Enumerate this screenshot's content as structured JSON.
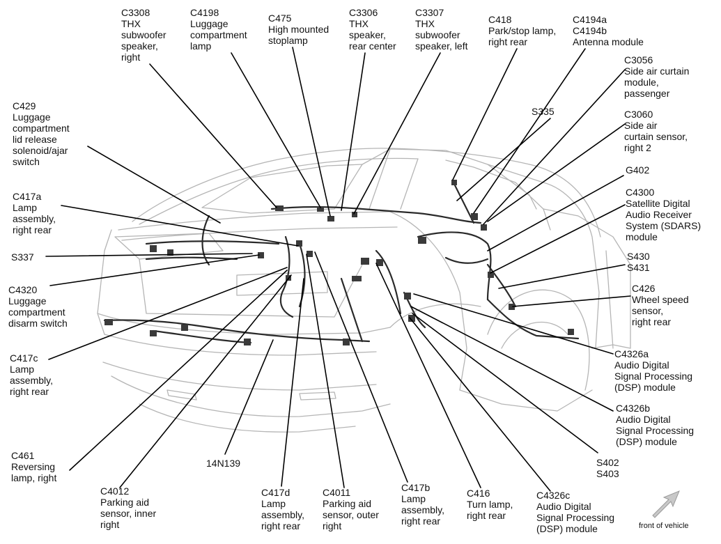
{
  "callouts": [
    {
      "id": "c3308",
      "lines": [
        "C3308",
        "THX",
        "subwoofer",
        "speaker,",
        "right"
      ]
    },
    {
      "id": "c4198",
      "lines": [
        "C4198",
        "Luggage",
        "compartment",
        "lamp"
      ]
    },
    {
      "id": "c475",
      "lines": [
        "C475",
        "High mounted",
        "stoplamp"
      ]
    },
    {
      "id": "c3306",
      "lines": [
        "C3306",
        "THX",
        "speaker,",
        "rear center"
      ]
    },
    {
      "id": "c3307",
      "lines": [
        "C3307",
        "THX",
        "subwoofer",
        "speaker, left"
      ]
    },
    {
      "id": "c418",
      "lines": [
        "C418",
        "Park/stop lamp,",
        "right rear"
      ]
    },
    {
      "id": "c4194",
      "lines": [
        "C4194a",
        "C4194b",
        "Antenna module"
      ]
    },
    {
      "id": "c3056",
      "lines": [
        "C3056",
        "Side air curtain",
        "module,",
        "passenger"
      ]
    },
    {
      "id": "s335",
      "lines": [
        "S335"
      ]
    },
    {
      "id": "c3060",
      "lines": [
        "C3060",
        "Side air",
        "curtain sensor,",
        "right 2"
      ]
    },
    {
      "id": "g402",
      "lines": [
        "G402"
      ]
    },
    {
      "id": "c4300",
      "lines": [
        "C4300",
        "Satellite Digital",
        "Audio Receiver",
        "System (SDARS)",
        "module"
      ]
    },
    {
      "id": "s430",
      "lines": [
        "S430",
        "S431"
      ]
    },
    {
      "id": "c426",
      "lines": [
        "C426",
        "Wheel speed",
        "sensor,",
        "right rear"
      ]
    },
    {
      "id": "c4326a",
      "lines": [
        "C4326a",
        "Audio Digital",
        "Signal Processing",
        "(DSP) module"
      ]
    },
    {
      "id": "c4326b",
      "lines": [
        "C4326b",
        "Audio Digital",
        "Signal Processing",
        "(DSP) module"
      ]
    },
    {
      "id": "s402",
      "lines": [
        "S402",
        "S403"
      ]
    },
    {
      "id": "c4326c",
      "lines": [
        "C4326c",
        "Audio Digital",
        "Signal Processing",
        "(DSP) module"
      ]
    },
    {
      "id": "c416",
      "lines": [
        "C416",
        "Turn lamp,",
        "right rear"
      ]
    },
    {
      "id": "c417b",
      "lines": [
        "C417b",
        "Lamp",
        "assembly,",
        "right rear"
      ]
    },
    {
      "id": "c4011",
      "lines": [
        "C4011",
        "Parking aid",
        "sensor, outer",
        "right"
      ]
    },
    {
      "id": "c417d",
      "lines": [
        "C417d",
        "Lamp",
        "assembly,",
        "right rear"
      ]
    },
    {
      "id": "n14n139",
      "lines": [
        "14N139"
      ]
    },
    {
      "id": "c4012",
      "lines": [
        "C4012",
        "Parking aid",
        "sensor, inner",
        "right"
      ]
    },
    {
      "id": "c461",
      "lines": [
        "C461",
        "Reversing",
        "lamp, right"
      ]
    },
    {
      "id": "c417c",
      "lines": [
        "C417c",
        "Lamp",
        "assembly,",
        "right rear"
      ]
    },
    {
      "id": "c4320",
      "lines": [
        "C4320",
        "Luggage",
        "compartment",
        "disarm switch"
      ]
    },
    {
      "id": "s337",
      "lines": [
        "S337"
      ]
    },
    {
      "id": "c417a",
      "lines": [
        "C417a",
        "Lamp",
        "assembly,",
        "right rear"
      ]
    },
    {
      "id": "c429",
      "lines": [
        "C429",
        "Luggage",
        "compartment",
        "lid release",
        "solenoid/ajar",
        "switch"
      ]
    }
  ],
  "orientation": {
    "label": "front of vehicle",
    "icon": "arrow-icon"
  }
}
